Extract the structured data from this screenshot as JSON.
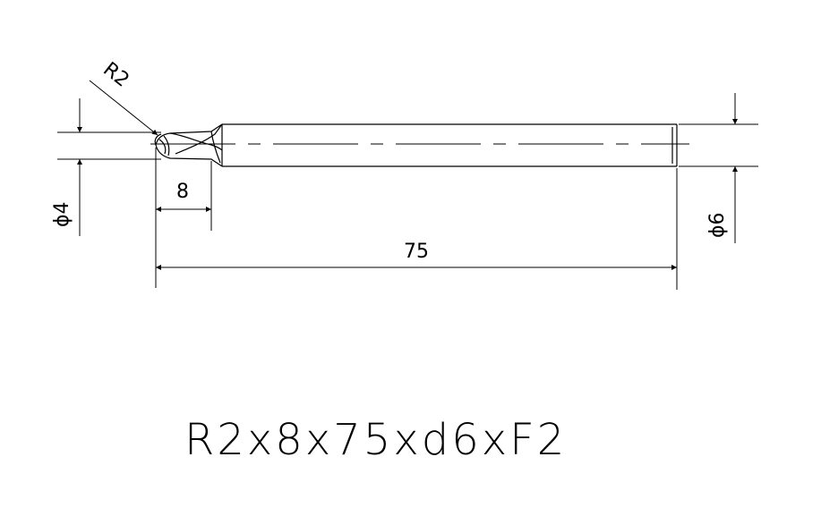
{
  "drawing": {
    "labels": {
      "radius": "R2",
      "flute_length": "8",
      "overall_length": "75",
      "tip_diameter": "ϕ4",
      "shank_diameter": "ϕ6"
    },
    "designation": "R2x8x75xd6xF2"
  },
  "colors": {
    "line": "#000000",
    "background": "#ffffff"
  }
}
